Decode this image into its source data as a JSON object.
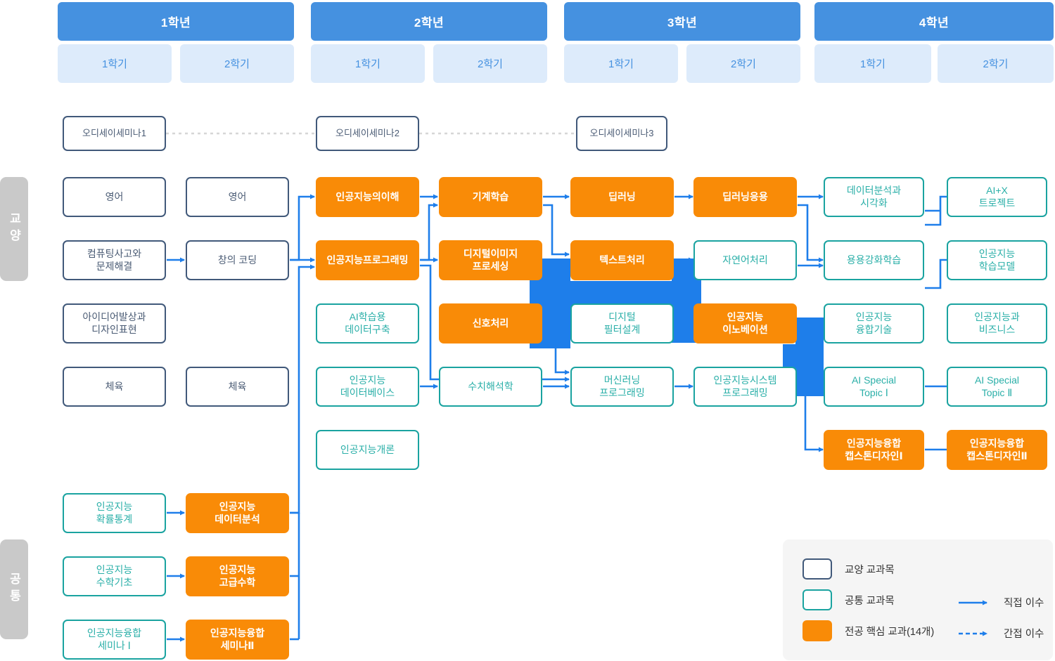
{
  "header": {
    "years": [
      {
        "label": "1학년",
        "semesters": [
          "1학기",
          "2학기"
        ]
      },
      {
        "label": "2학년",
        "semesters": [
          "1학기",
          "2학기"
        ]
      },
      {
        "label": "3학년",
        "semesters": [
          "1학기",
          "2학기"
        ]
      },
      {
        "label": "4학년",
        "semesters": [
          "1학기",
          "2학기"
        ]
      }
    ]
  },
  "rails": {
    "general": "교양",
    "common": "공통"
  },
  "seminars": [
    {
      "label": "오디세이세미나1"
    },
    {
      "label": "오디세이세미나2"
    },
    {
      "label": "오디세이세미나3"
    }
  ],
  "courses": {
    "y1s1": [
      {
        "label": "영어",
        "type": "general"
      },
      {
        "label": "컴퓨팅사고와\n문제해결",
        "type": "general"
      },
      {
        "label": "아이디어발상과\n디자인표현",
        "type": "general"
      },
      {
        "label": "체육",
        "type": "general"
      }
    ],
    "y1s2": [
      {
        "label": "영어",
        "type": "general"
      },
      {
        "label": "창의 코딩",
        "type": "general"
      },
      {
        "label": "체육",
        "type": "general"
      }
    ],
    "y2s1": [
      {
        "label": "인공지능의이해",
        "type": "major"
      },
      {
        "label": "인공지능프로그래밍",
        "type": "major"
      },
      {
        "label": "AI학습용\n데이터구축",
        "type": "common"
      },
      {
        "label": "인공지능\n데이터베이스",
        "type": "common"
      },
      {
        "label": "인공지능개론",
        "type": "common"
      }
    ],
    "y2s2": [
      {
        "label": "기계학습",
        "type": "major"
      },
      {
        "label": "디지털이미지\n프로세싱",
        "type": "major"
      },
      {
        "label": "신호처리",
        "type": "major"
      },
      {
        "label": "수치해석학",
        "type": "common"
      }
    ],
    "y3s1": [
      {
        "label": "딥러닝",
        "type": "major"
      },
      {
        "label": "텍스트처리",
        "type": "major"
      },
      {
        "label": "디지털\n필터설계",
        "type": "common"
      },
      {
        "label": "머신러닝\n프로그래밍",
        "type": "common"
      }
    ],
    "y3s2": [
      {
        "label": "딥러닝응용",
        "type": "major"
      },
      {
        "label": "자연어처리",
        "type": "common"
      },
      {
        "label": "인공지능\n이노베이션",
        "type": "major"
      },
      {
        "label": "인공지능시스템\n프로그래밍",
        "type": "common"
      }
    ],
    "y4s1": [
      {
        "label": "데이터분석과\n시각화",
        "type": "common"
      },
      {
        "label": "용용강화학습",
        "type": "common"
      },
      {
        "label": "인공지능\n융합기술",
        "type": "common"
      },
      {
        "label": "AI Special\nTopic Ⅰ",
        "type": "common"
      },
      {
        "label": "인공지능융합\n캡스톤디자인Ⅰ",
        "type": "major"
      }
    ],
    "y4s2": [
      {
        "label": "AI+X\n트로젝트",
        "type": "common"
      },
      {
        "label": "인공지능\n학습모델",
        "type": "common"
      },
      {
        "label": "인공지능과\n비즈니스",
        "type": "common"
      },
      {
        "label": "AI Special\nTopic Ⅱ",
        "type": "common"
      },
      {
        "label": "인공지능융합\n캡스톤디자인Ⅱ",
        "type": "major"
      }
    ],
    "commonS1": [
      {
        "label": "인공지능\n확률통계",
        "type": "common"
      },
      {
        "label": "인공지능\n수학기초",
        "type": "common"
      },
      {
        "label": "인공지능융합\n세미나 Ⅰ",
        "type": "common"
      }
    ],
    "commonS2": [
      {
        "label": "인공지능\n데이터분석",
        "type": "major"
      },
      {
        "label": "인공지능\n고급수학",
        "type": "major"
      },
      {
        "label": "인공지능융합\n세미나Ⅱ",
        "type": "major"
      }
    ]
  },
  "legend": {
    "items": [
      {
        "label": "교양 교과목",
        "swatch": "general"
      },
      {
        "label": "공통 교과목",
        "swatch": "common"
      },
      {
        "label": "전공 핵심 교과(14개)",
        "swatch": "major"
      }
    ],
    "edges": [
      {
        "label": "직접 이수",
        "style": "solid"
      },
      {
        "label": "간접 이수",
        "style": "dashed"
      }
    ]
  },
  "colors": {
    "year_header": "#4591E0",
    "semester_header_bg": "#DDEBFB",
    "semester_header_text": "#4591E0",
    "general_border": "#41597A",
    "common_border": "#1AA3A0",
    "major_fill": "#F98B07",
    "arrow": "#1E7EEA",
    "rail": "#C9C9C9",
    "dashed_edge": "#D6D6D6",
    "legend_bg": "#F5F5F5"
  }
}
